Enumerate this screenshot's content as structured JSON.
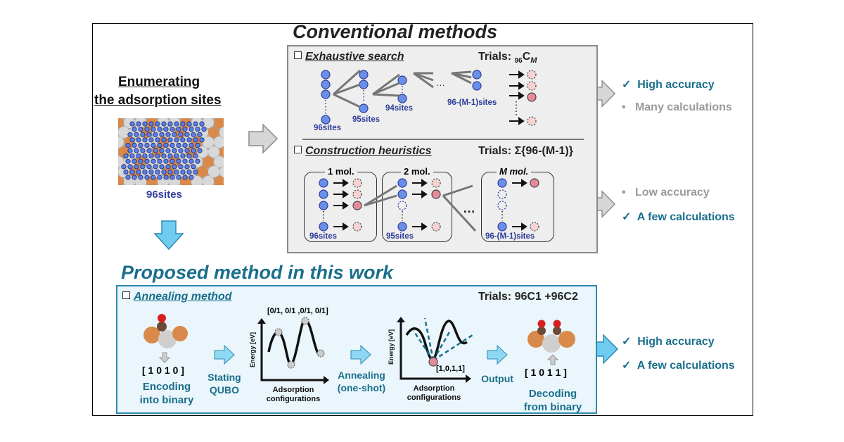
{
  "enumerate": {
    "title_line1": "Enumerating",
    "title_line2": "the adsorption sites",
    "sites": "96sites"
  },
  "conventional": {
    "heading": "Conventional methods",
    "exhaustive": {
      "title": "Exhaustive search",
      "trials_prefix": "Trials:",
      "trials_sub": "96",
      "trials_main": "C",
      "trials_m": "M",
      "labels": [
        "96sites",
        "95sites",
        "94sites",
        "96-(M-1)sites"
      ],
      "ellipsis": "…"
    },
    "heuristics": {
      "title": "Construction heuristics",
      "trials": "Trials: Σ{96-(M-1)}",
      "groups": [
        "1 mol.",
        "2 mol.",
        "M mol."
      ],
      "sites": [
        "96sites",
        "95sites",
        "96-(M-1)sites"
      ],
      "ellipsis": "…"
    }
  },
  "results": {
    "exhaustive": [
      {
        "marker": "✓",
        "text": "High accuracy",
        "color": "#1a6f8c"
      },
      {
        "marker": "•",
        "text": "Many calculations",
        "color": "#9a9a9a"
      }
    ],
    "heuristics": [
      {
        "marker": "•",
        "text": "Low accuracy",
        "color": "#9a9a9a"
      },
      {
        "marker": "✓",
        "text": "A few calculations",
        "color": "#1a6f8c"
      }
    ],
    "proposed": [
      {
        "marker": "✓",
        "text": "High accuracy",
        "color": "#1a6f8c"
      },
      {
        "marker": "✓",
        "text": "A few calculations",
        "color": "#1a6f8c"
      }
    ]
  },
  "proposed": {
    "heading": "Proposed method in this work",
    "title": "Annealing method",
    "trials_prefix": "Trials:",
    "trials_formula": "96C1 +96C2",
    "encoding_code": "[ 1 0 1 0 ]",
    "encoding_line1": "Encoding",
    "encoding_line2": "into binary",
    "stating_line1": "Stating",
    "stating_line2": "QUBO",
    "plot1_top": "[0/1, 0/1 ,0/1, 0/1]",
    "energy_axis": "Energy [eV]",
    "config_axis_line1": "Adsorption",
    "config_axis_line2": "configurations",
    "annealing_line1": "Annealing",
    "annealing_line2": "(one-shot)",
    "plot2_min": "[1,0,1,1]",
    "output": "Output",
    "decoding_code": "[ 1 0 1 1 ]",
    "decoding_line1": "Decoding",
    "decoding_line2": "from binary"
  }
}
